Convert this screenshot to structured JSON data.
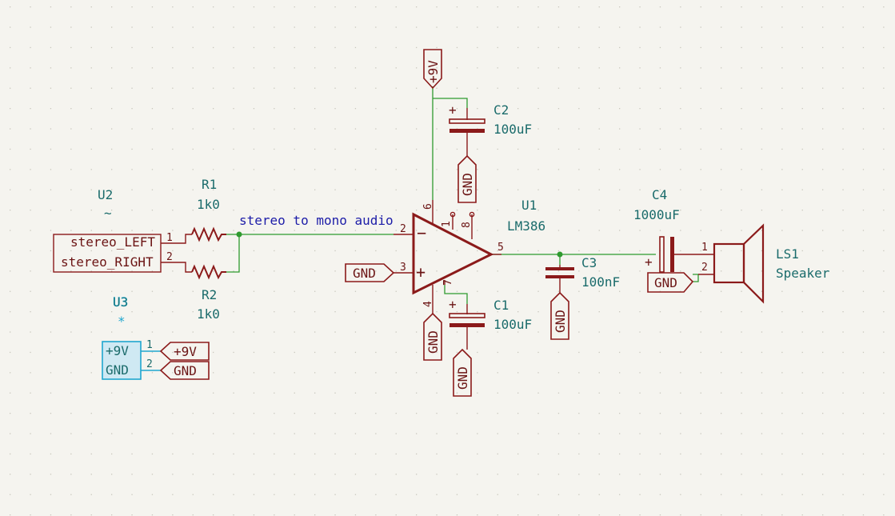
{
  "colors": {
    "background": "#f5f4ef",
    "grid": "#c9c7bd",
    "component": "#8b1a1a",
    "wire": "#2f9a2f",
    "reference_text": "#1a6b6b",
    "net_label": "#1c1ca8",
    "selection": "#1fa6cf"
  },
  "net_labels": {
    "stereo_to_mono": "stereo to mono audio"
  },
  "components": {
    "u2": {
      "ref": "U2",
      "value": "~",
      "pin1": "stereo_LEFT",
      "pin2": "stereo_RIGHT",
      "pin1_num": "1",
      "pin2_num": "2"
    },
    "r1": {
      "ref": "R1",
      "value": "1k0"
    },
    "r2": {
      "ref": "R2",
      "value": "1k0"
    },
    "u3": {
      "ref": "U3",
      "value": "*",
      "pin1": "+9V",
      "pin2": "GND",
      "pin1_num": "1",
      "pin2_num": "2"
    },
    "u1": {
      "ref": "U1",
      "value": "LM386",
      "pin2": "2",
      "pin3": "3",
      "pin4": "4",
      "pin5": "5",
      "pin6": "6",
      "pin7": "7",
      "pin1": "1",
      "pin8": "8"
    },
    "c1": {
      "ref": "C1",
      "value": "100uF"
    },
    "c2": {
      "ref": "C2",
      "value": "100uF"
    },
    "c3": {
      "ref": "C3",
      "value": "100nF"
    },
    "c4": {
      "ref": "C4",
      "value": "1000uF"
    },
    "ls1": {
      "ref": "LS1",
      "value": "Speaker",
      "pin1_num": "1",
      "pin2_num": "2"
    }
  },
  "power": {
    "vcc": "+9V",
    "gnd": "GND"
  },
  "marks": {
    "plus": "+",
    "minus": "−"
  }
}
